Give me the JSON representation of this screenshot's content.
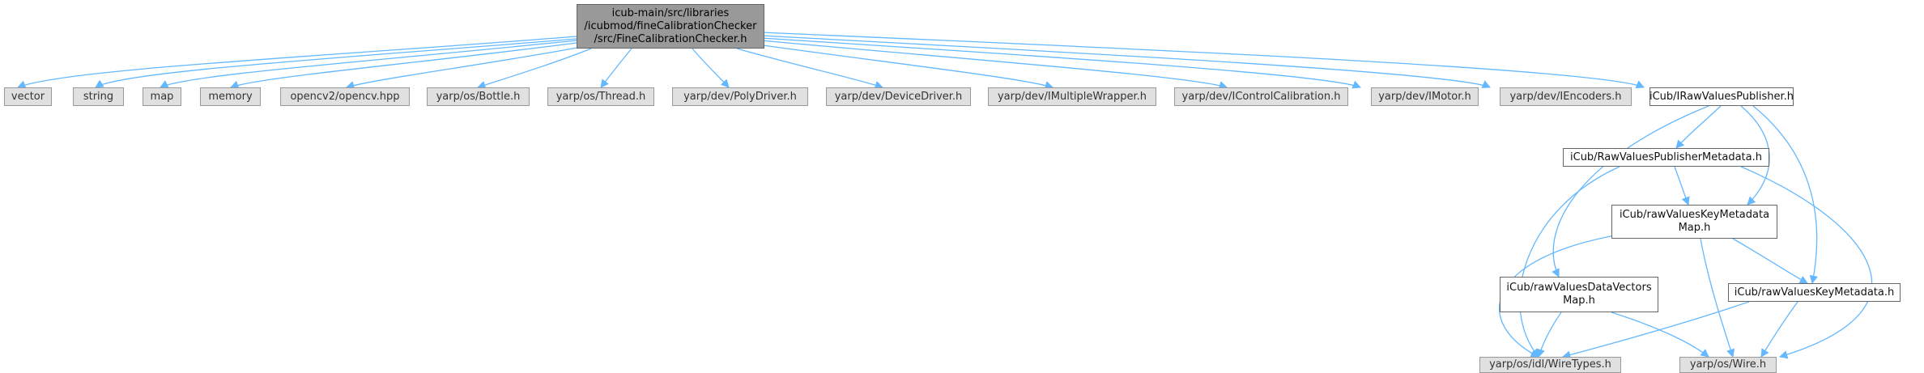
{
  "colors": {
    "edge": "#63b8ff",
    "root_fill": "#999999",
    "system_fill": "#e0e0e0",
    "local_fill": "#ffffff"
  },
  "root": {
    "lines": [
      "icub-main/src/libraries",
      "/icubmod/fineCalibrationChecker",
      "/src/FineCalibrationChecker.h"
    ]
  },
  "includes": [
    "vector",
    "string",
    "map",
    "memory",
    "opencv2/opencv.hpp",
    "yarp/os/Bottle.h",
    "yarp/os/Thread.h",
    "yarp/dev/PolyDriver.h",
    "yarp/dev/DeviceDriver.h",
    "yarp/dev/IMultipleWrapper.h",
    "yarp/dev/IControlCalibration.h",
    "yarp/dev/IMotor.h",
    "yarp/dev/IEncoders.h"
  ],
  "local": {
    "iraw": "iCub/IRawValuesPublisher.h",
    "meta": "iCub/RawValuesPublisherMetadata.h",
    "keymap": [
      "iCub/rawValuesKeyMetadata",
      "Map.h"
    ],
    "vectors": [
      "iCub/rawValuesDataVectors",
      "Map.h"
    ],
    "keymeta": "iCub/rawValuesKeyMetadata.h"
  },
  "system_bottom": {
    "wiretypes": "yarp/os/idl/WireTypes.h",
    "wire": "yarp/os/Wire.h"
  }
}
